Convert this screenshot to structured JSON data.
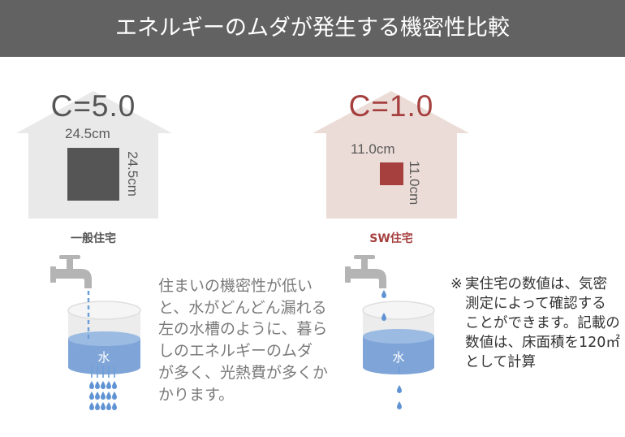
{
  "header": {
    "title": "エネルギーのムダが発生する機密性比較",
    "bg_color": "#636263"
  },
  "comparison": {
    "general": {
      "c_value_label": "C=5.0",
      "gap_width_label": "24.5cm",
      "gap_height_label": "24.5cm",
      "house_label": "一般住宅",
      "accent_color": "#555555",
      "house_color": "#e9e9e9",
      "water_label": "水",
      "leak_level": "heavy"
    },
    "sw": {
      "c_value_label": "C=1.0",
      "gap_width_label": "11.0cm",
      "gap_height_label": "11.0cm",
      "house_label": "SW住宅",
      "accent_color": "#a5403f",
      "house_color": "#ecdcd7",
      "water_label": "水",
      "leak_level": "light"
    }
  },
  "description": {
    "lines": [
      "住まいの機密性が低い",
      "と、水がどんどん漏れる",
      "左の水槽のように、暮ら",
      "しのエネルギーのムダ",
      "が多く、光熱費が多くか",
      "かります。"
    ]
  },
  "note": {
    "mark": "※",
    "lines": [
      "実住宅の数値は、気密",
      "測定によって確認する",
      "ことができます。記載の",
      "数値は、床面積を120㎡",
      "として計算"
    ]
  },
  "colors": {
    "water": "#7fa5d8",
    "water_surface": "#9bbbe3",
    "drip": "#5f93d3",
    "faucet": "#b4b4b4",
    "glass": "#ebebeb"
  }
}
